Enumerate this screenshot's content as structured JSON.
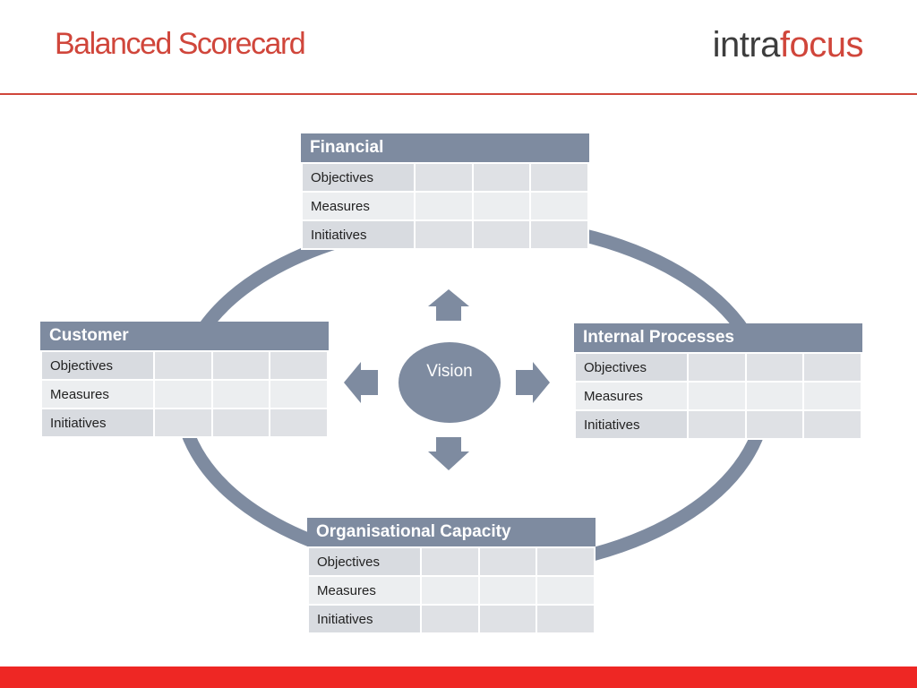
{
  "header": {
    "title": "Balanced Scorecard",
    "logo_part1": "intra",
    "logo_part2": "focus"
  },
  "center": {
    "label": "Vision"
  },
  "perspectives": [
    {
      "title": "Financial",
      "rows": [
        "Objectives",
        "Measures",
        "Initiatives"
      ]
    },
    {
      "title": "Customer",
      "rows": [
        "Objectives",
        "Measures",
        "Initiatives"
      ]
    },
    {
      "title": "Internal Processes",
      "rows": [
        "Objectives",
        "Measures",
        "Initiatives"
      ]
    },
    {
      "title": "Organisational Capacity",
      "rows": [
        "Objectives",
        "Measures",
        "Initiatives"
      ]
    }
  ],
  "colors": {
    "accent": "#d0463b",
    "box_header": "#7e8ba0",
    "ring": "#7e8ba0",
    "bottom_bar": "#ee2724"
  }
}
